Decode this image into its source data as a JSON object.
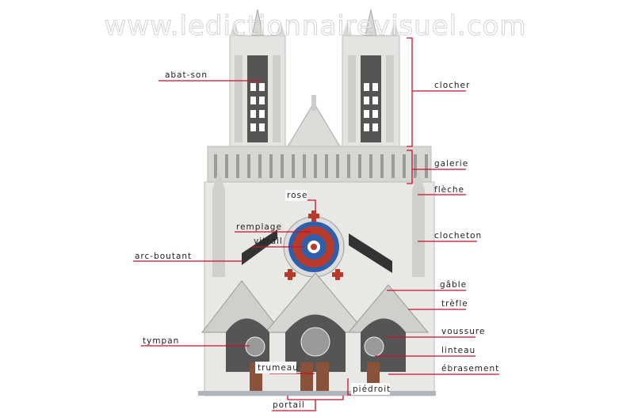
{
  "watermark": "www.ledictionnairevisuel.com",
  "colors": {
    "leader": "#c8102e",
    "stone": "#e4e4e0",
    "shadow": "#6a6a6a",
    "door": "#8a5238",
    "glass_red": "#b83a2a",
    "glass_blue": "#2f5fa8"
  },
  "labels": {
    "abat_son": "abat-son",
    "clocher": "clocher",
    "galerie": "galerie",
    "fleche": "flèche",
    "rose": "rose",
    "remplage": "remplage",
    "vitrail": "vitrail",
    "clocheton": "clocheton",
    "arc_boutant": "arc-boutant",
    "gable": "gâble",
    "trefle": "trèfle",
    "voussure": "voussure",
    "tympan": "tympan",
    "linteau": "linteau",
    "ebrasement": "ébrasement",
    "trumeau": "trumeau",
    "piedroit": "piédroit",
    "portail": "portail"
  }
}
